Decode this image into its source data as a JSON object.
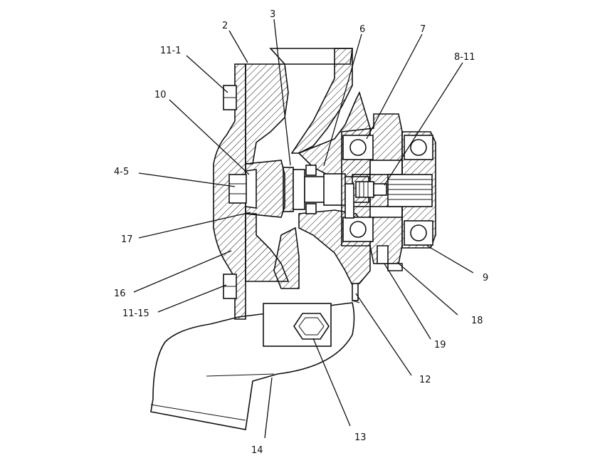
{
  "figure": {
    "callouts": [
      {
        "id": "c2",
        "label": "2"
      },
      {
        "id": "c3",
        "label": "3"
      },
      {
        "id": "c6",
        "label": "6"
      },
      {
        "id": "c7",
        "label": "7"
      },
      {
        "id": "c8_11",
        "label": "8-11"
      },
      {
        "id": "c11_1",
        "label": "11-1"
      },
      {
        "id": "c10",
        "label": "10"
      },
      {
        "id": "c4_5",
        "label": "4-5"
      },
      {
        "id": "c17",
        "label": "17"
      },
      {
        "id": "c16",
        "label": "16"
      },
      {
        "id": "c11_15",
        "label": "11-15"
      },
      {
        "id": "c9",
        "label": "9"
      },
      {
        "id": "c18",
        "label": "18"
      },
      {
        "id": "c19",
        "label": "19"
      },
      {
        "id": "c12",
        "label": "12"
      },
      {
        "id": "c13",
        "label": "13"
      },
      {
        "id": "c14",
        "label": "14"
      }
    ]
  }
}
